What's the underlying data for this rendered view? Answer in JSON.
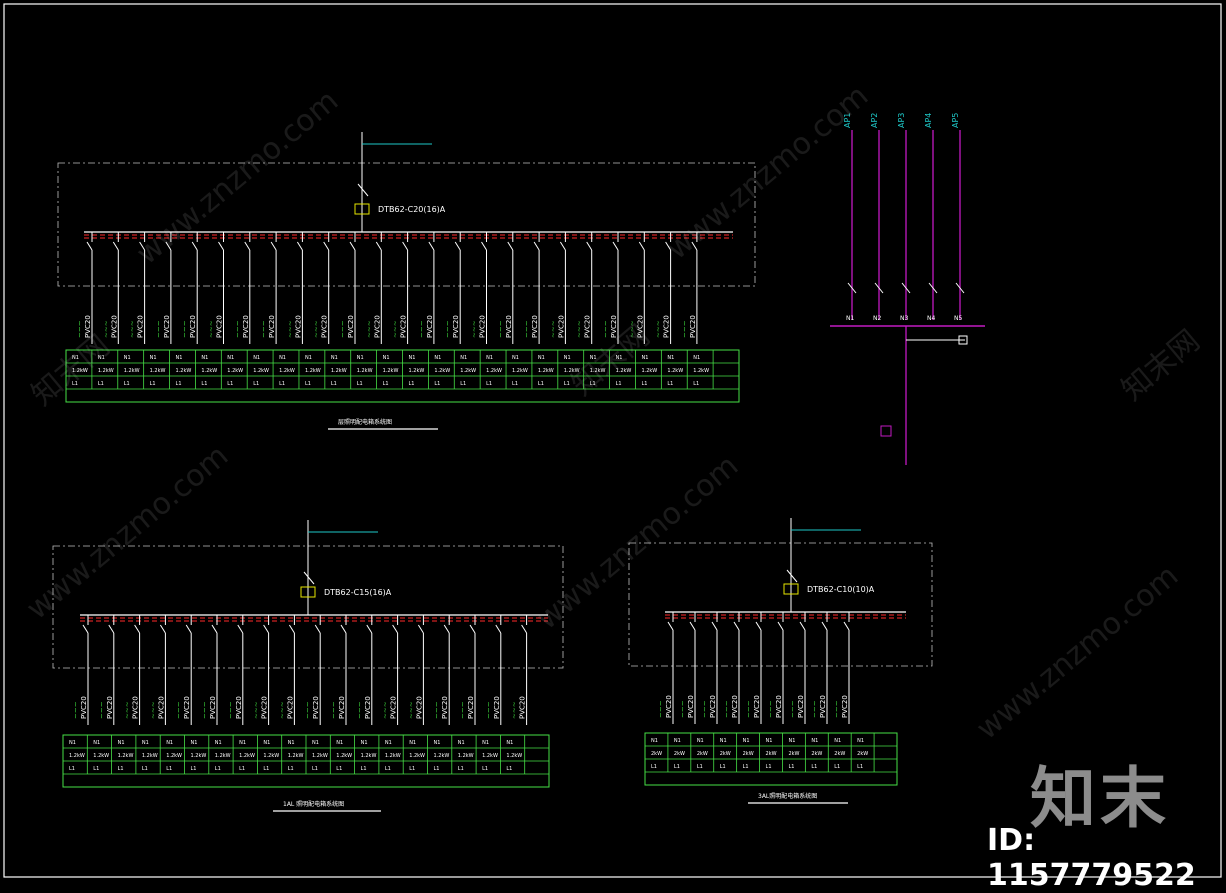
{
  "colors": {
    "background": "#000000",
    "wire": "#ffffff",
    "frame": "#c0c0c0",
    "bus": "#ff2a2a",
    "green": "#3ddc3d",
    "table": "#46e046",
    "cyan": "#1ec8c8",
    "magenta": "#c21ac2",
    "yellow": "#e6e600",
    "watermark": "#ffffff"
  },
  "watermark": {
    "site": "www.znzmo.com",
    "brand": "知末网",
    "logo": "知末",
    "id_text": "ID: 1157779522"
  },
  "panels": [
    {
      "key": "p1",
      "breaker": "DTB62-C20(16)A",
      "cable": "PVC20",
      "circuits": 24,
      "table_rows": [
        "N1",
        "1.2kW",
        "L1"
      ],
      "title": "层照明配电箱系统图"
    },
    {
      "key": "p2",
      "breaker": "DTB62-C15(16)A",
      "cable": "PVC20",
      "circuits": 18,
      "table_rows": [
        "N1",
        "1.2kW",
        "L1"
      ],
      "title": "1AL 照明配电箱系统图"
    },
    {
      "key": "p3",
      "breaker": "DTB62-C10(10)A",
      "cable": "PVC20",
      "circuits": 9,
      "table_rows": [
        "N1",
        "2kW",
        "L1"
      ],
      "title": "3AL照明配电箱系统图"
    }
  ],
  "riser": {
    "feeders": [
      "AP1",
      "AP2",
      "AP3",
      "AP4",
      "AP5"
    ],
    "busbar_labels": [
      "N1",
      "N2",
      "N3",
      "N4",
      "N5"
    ]
  }
}
